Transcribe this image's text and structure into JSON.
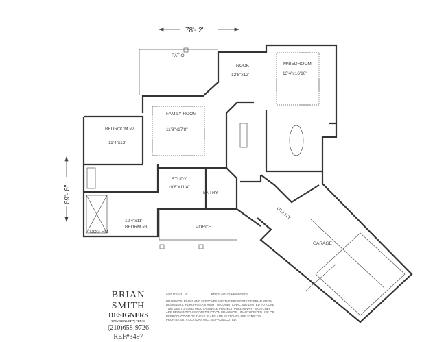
{
  "dimensions": {
    "width": "78'- 2\"",
    "depth": "69'- 6\""
  },
  "rooms": {
    "patio": {
      "name": "PATIO"
    },
    "nook": {
      "name": "NOOK",
      "size": "12'8\"x12'"
    },
    "master": {
      "name": "M/BEDROOM",
      "size": "13'4\"x16'10\""
    },
    "family": {
      "name": "FAMILY ROOM",
      "size": "11'8\"x17'8\""
    },
    "bedroom2": {
      "name": "BEDROOM #2",
      "size": "11'4\"x12'"
    },
    "study": {
      "name": "STUDY",
      "size": "10'8\"x11'4\""
    },
    "entry": {
      "name": "ENTRY"
    },
    "utility": {
      "name": "UTILITY"
    },
    "bedroom3": {
      "name": "BEDRM #3",
      "size": "12'4\"x11'"
    },
    "dog": {
      "name": "DOG RM"
    },
    "porch": {
      "name": "PORCH"
    },
    "garage": {
      "name": "GARAGE"
    }
  },
  "titleblock": {
    "name": "BRIAN SMITH",
    "sub": "DESIGNERS",
    "city": "UNIVERSAL CITY, TEXAS",
    "phone": "(210)658-9726",
    "ref": "REF#3497",
    "copyright": "COPYRIGHT 19",
    "copyright_owner": "BRIAN SMITH DESIGNERS",
    "legal": "DRAWINGS, PLANS AND SKETCHES ARE THE PROPERTY OF BRIAN SMITH DESIGNERS. PURCHASER'S RIGHT IS CONDITIONAL AND LIMITED TO A ONE TIME USE TO CONSTRUCT A SINGLE PROJECT. PRELIMINARY SKETCHES ARE PROHIBITED AS CONSTRUCTION DRAWINGS. UNAUTHORIZED USE OR REPRODUCTION OF THESE PLANS AND SKETCHES ARE STRICTLY PROHIBITED. VIOLATORS WILL BE PROSECUTED."
  }
}
